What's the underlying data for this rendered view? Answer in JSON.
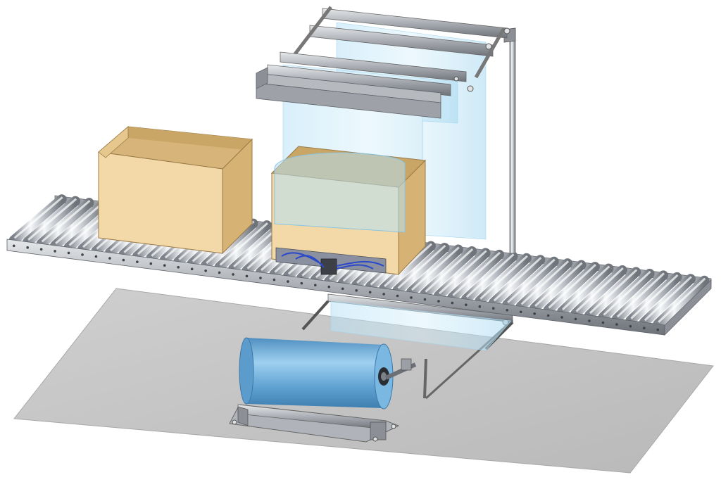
{
  "scene": {
    "background": "#ffffff",
    "components": [
      {
        "name": "floor-plate",
        "color": "#c8c8c8"
      },
      {
        "name": "roller-conveyor",
        "roller_count": 48,
        "color": "#b8bcc4"
      },
      {
        "name": "open-cardboard-box-left",
        "color": "#f2d29a"
      },
      {
        "name": "open-cardboard-box-right",
        "color": "#f2d29a"
      },
      {
        "name": "overhead-film-frame",
        "color": "#9ea2a8"
      },
      {
        "name": "transparent-film-web",
        "color": "#9fd4ee"
      },
      {
        "name": "film-roll",
        "color": "#6aaed8"
      },
      {
        "name": "roll-cradle-stand",
        "color": "#9a9ea4"
      },
      {
        "name": "lower-guide-frame",
        "color": "#8a8e94"
      },
      {
        "name": "sealing-head",
        "color": "#555a60"
      },
      {
        "name": "air-hoses",
        "color": "#2a48c8"
      }
    ]
  }
}
